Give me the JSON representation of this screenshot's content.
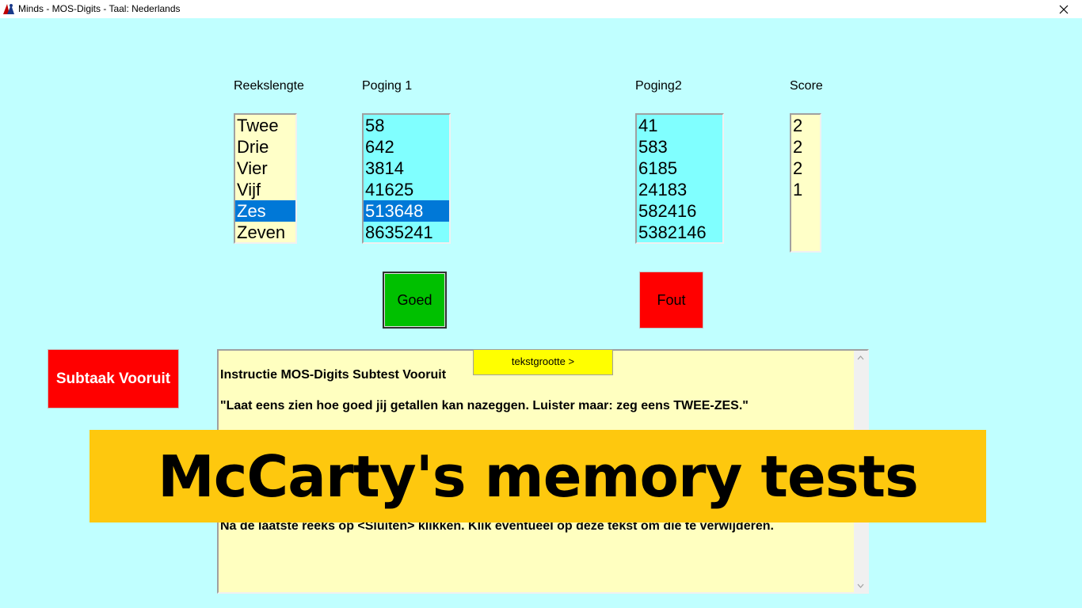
{
  "window": {
    "title": "Minds - MOS-Digits - Taal: Nederlands",
    "close_glyph": "✕"
  },
  "columns": {
    "reekslengte": "Reekslengte",
    "poging1": "Poging 1",
    "poging2": "Poging2",
    "score": "Score"
  },
  "reekslengte_items": [
    "Twee",
    "Drie",
    "Vier",
    "Vijf",
    "Zes",
    "Zeven"
  ],
  "reekslengte_selected": "Zes",
  "poging1_items": [
    "58",
    "642",
    "3814",
    "41625",
    "513648",
    "8635241"
  ],
  "poging1_selected": "513648",
  "poging2_items": [
    "41",
    "583",
    "6185",
    "24183",
    "582416",
    "5382146"
  ],
  "score_items": [
    "2",
    "2",
    "2",
    "1"
  ],
  "buttons": {
    "goed": "Goed",
    "fout": "Fout",
    "subtaak": "Subtaak Vooruit",
    "tekstgrootte": "tekstgrootte >"
  },
  "instructions": {
    "heading": "Instructie MOS-Digits Subtest Vooruit",
    "line1": "\"Laat eens zien hoe goed jij getallen kan nazeggen. Luister maar: zeg eens TWEE-ZES.\"",
    "line_last": "Na de laatste reeks op <Sluiten> klikken. Klik eventueel op deze tekst om die te verwijderen."
  },
  "banner": {
    "text": "McCarty's memory tests"
  },
  "colors": {
    "background": "#c0ffff",
    "goed": "#00c000",
    "fout": "#ff0000",
    "selection": "#0078d7",
    "banner": "#fec80e"
  }
}
